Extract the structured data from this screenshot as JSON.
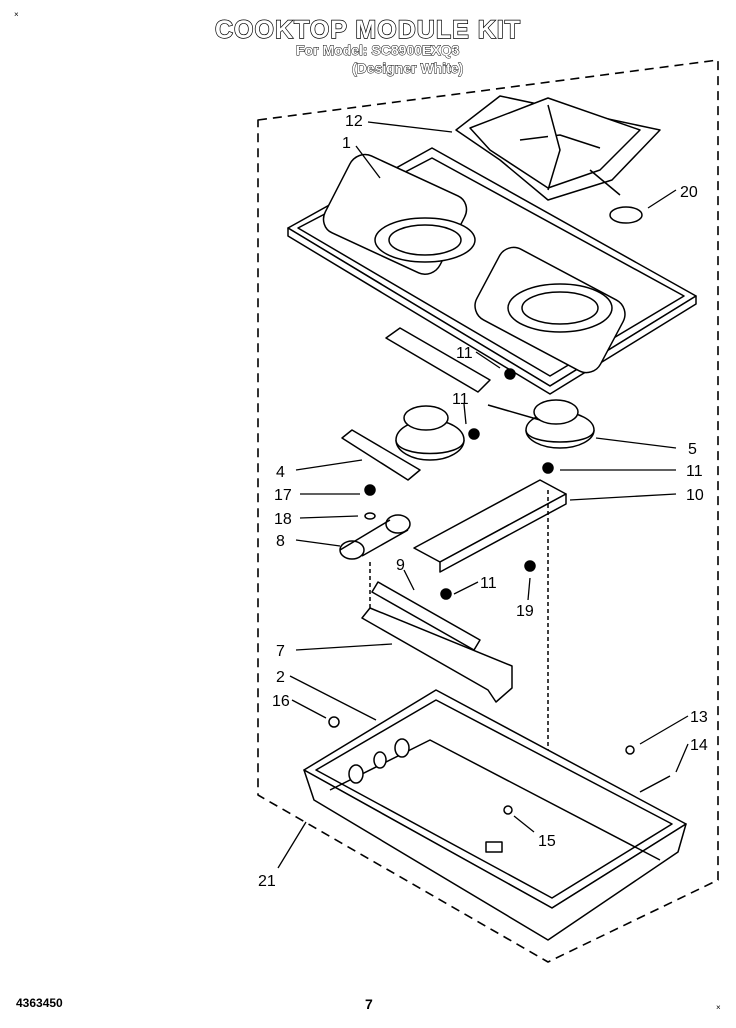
{
  "header": {
    "title": "COOKTOP MODULE KIT",
    "model_line": "For Model: SC8900EXQ3",
    "color_line": "(Designer White)"
  },
  "footer": {
    "doc_number": "4363450",
    "page_number": "7"
  },
  "corner_marks": {
    "top_left": "×",
    "bottom_right": "×"
  },
  "parts": {
    "p1": "1",
    "p2": "2",
    "p4": "4",
    "p5": "5",
    "p7": "7",
    "p8": "8",
    "p9": "9",
    "p10": "10",
    "p11a": "11",
    "p11b": "11",
    "p11c": "11",
    "p11d": "11",
    "p12": "12",
    "p13": "13",
    "p14": "14",
    "p15": "15",
    "p16": "16",
    "p17": "17",
    "p18": "18",
    "p19": "19",
    "p20": "20",
    "p21": "21"
  }
}
